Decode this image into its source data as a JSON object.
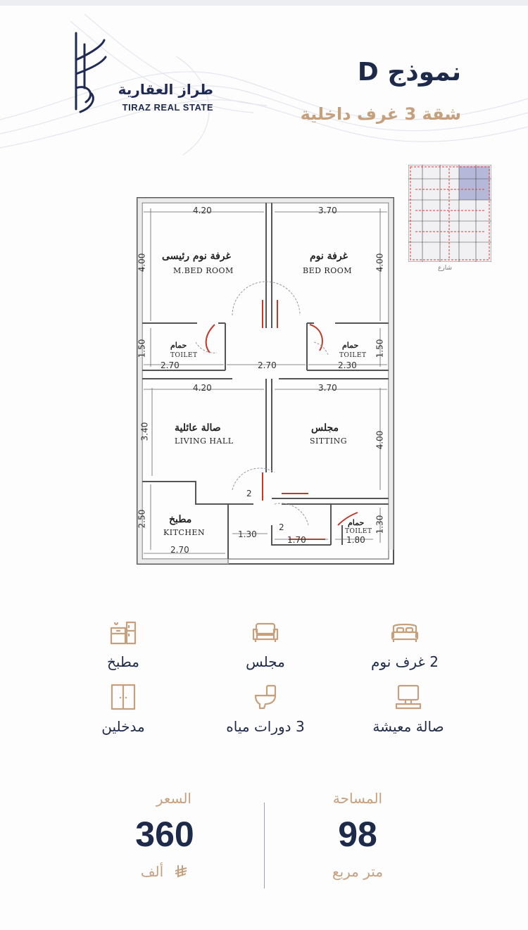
{
  "brand": {
    "name_ar": "طراز العقارية",
    "name_en": "TIRAZ REAL STATE",
    "navy": "#1f2a55",
    "gold": "#c6a07c"
  },
  "header": {
    "title": "نموذج D",
    "subtitle": "شقة 3 غرف داخلية"
  },
  "keyplan": {
    "street_label": "شارع"
  },
  "floor_plan": {
    "rooms": [
      {
        "name_ar": "غرفة نوم رئيسى",
        "name_en": "M.BED ROOM"
      },
      {
        "name_ar": "غرفة نوم",
        "name_en": "BED ROOM"
      },
      {
        "name_ar": "حمام",
        "name_en": "TOILET"
      },
      {
        "name_ar": "حمام",
        "name_en": "TOILET"
      },
      {
        "name_ar": "صالة عائلية",
        "name_en": "LIVING HALL"
      },
      {
        "name_ar": "مجلس",
        "name_en": "SITTING"
      },
      {
        "name_ar": "مطبخ",
        "name_en": "KITCHEN"
      },
      {
        "name_ar": "حمام",
        "name_en": "TOILET"
      }
    ],
    "dimensions": {
      "mbed_w": "4.20",
      "mbed_h": "4.00",
      "bed_w": "3.70",
      "bed_h": "4.00",
      "toilet1_h": "1.50",
      "toilet1_w": "2.70",
      "corridor_w": "2.70",
      "toilet2_h": "1.50",
      "toilet2_w": "2.30",
      "living_w": "4.20",
      "living_h": "3.40",
      "sitting_w": "3.70",
      "sitting_h": "4.00",
      "kitchen_h": "2.50",
      "kitchen_w": "2.70",
      "entry_w": "1.30",
      "lobby_w": "1.70",
      "toilet3_w": "1.80",
      "toilet3_h": "1.30"
    },
    "door_marks": [
      "2",
      "2"
    ]
  },
  "features": [
    {
      "icon": "bed-icon",
      "label": "2 غرف نوم"
    },
    {
      "icon": "sofa-icon",
      "label": "مجلس"
    },
    {
      "icon": "kitchen-icon",
      "label": "مطبخ"
    },
    {
      "icon": "tv-icon",
      "label": "صالة معيشة"
    },
    {
      "icon": "toilet-icon",
      "label": "3 دورات مياه"
    },
    {
      "icon": "door-icon",
      "label": "مدخلين"
    }
  ],
  "stats": {
    "area": {
      "caption": "المساحة",
      "value": "98",
      "unit": "متر مربع"
    },
    "price": {
      "caption": "السعر",
      "value": "360",
      "unit": "ألف"
    }
  }
}
